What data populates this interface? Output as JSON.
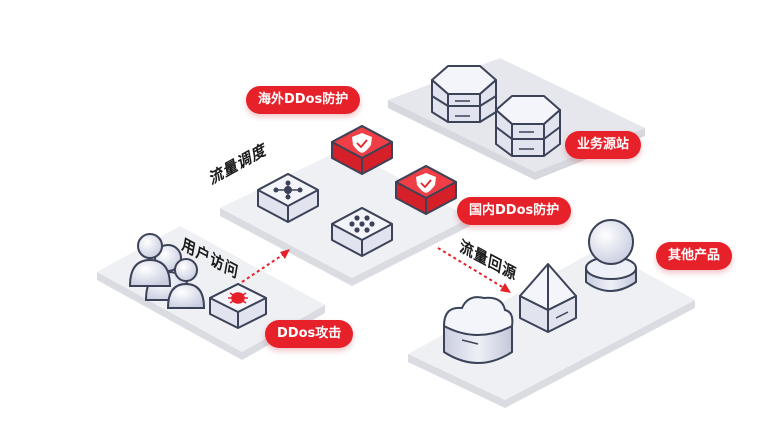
{
  "labels": {
    "overseas_ddos": "海外DDos防护",
    "domestic_ddos": "国内DDos防护",
    "origin_site": "业务源站",
    "other_products": "其他产品",
    "ddos_attack": "DDos攻击"
  },
  "zones": {
    "user_access": "用户访问",
    "traffic_scheduling": "流量调度",
    "traffic_return": "流量回源"
  },
  "colors": {
    "accent": "#e62129",
    "platform": "#f2f2f4",
    "device_body": "#e4e7f1",
    "device_top": "#f3f5fb",
    "outline": "#3c4258"
  }
}
